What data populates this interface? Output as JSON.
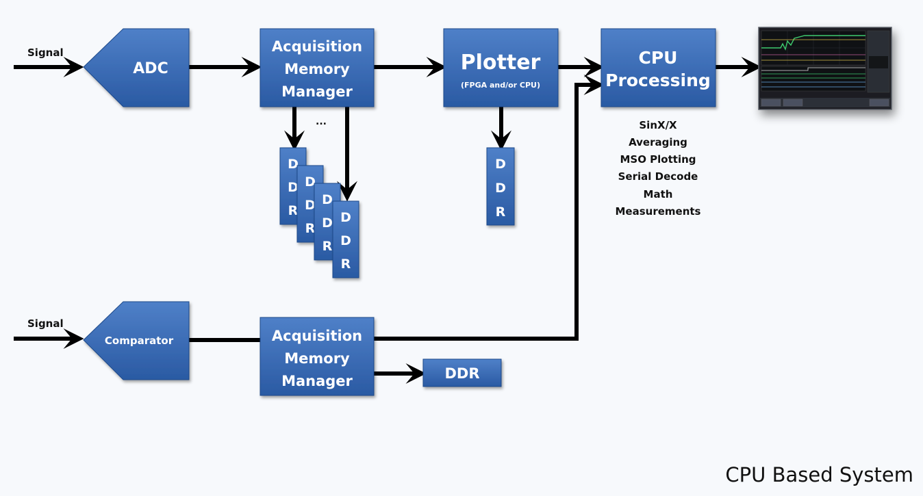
{
  "signal_top": "Signal",
  "signal_bottom": "Signal",
  "adc": "ADC",
  "comparator": "Comparator",
  "acq_top": [
    "Acquisition",
    "Memory",
    "Manager"
  ],
  "acq_bottom": [
    "Acquisition",
    "Memory",
    "Manager"
  ],
  "plotter_title": "Plotter",
  "plotter_sub": "(FPGA and/or CPU)",
  "cpu": [
    "CPU",
    "Processing"
  ],
  "ellipsis": "...",
  "ddr_letters": [
    "D",
    "D",
    "R"
  ],
  "ddr_bottom": "DDR",
  "cpu_tasks": [
    "SinX/X",
    "Averaging",
    "MSO Plotting",
    "Serial Decode",
    "Math",
    "Measurements"
  ],
  "caption": "CPU Based System"
}
